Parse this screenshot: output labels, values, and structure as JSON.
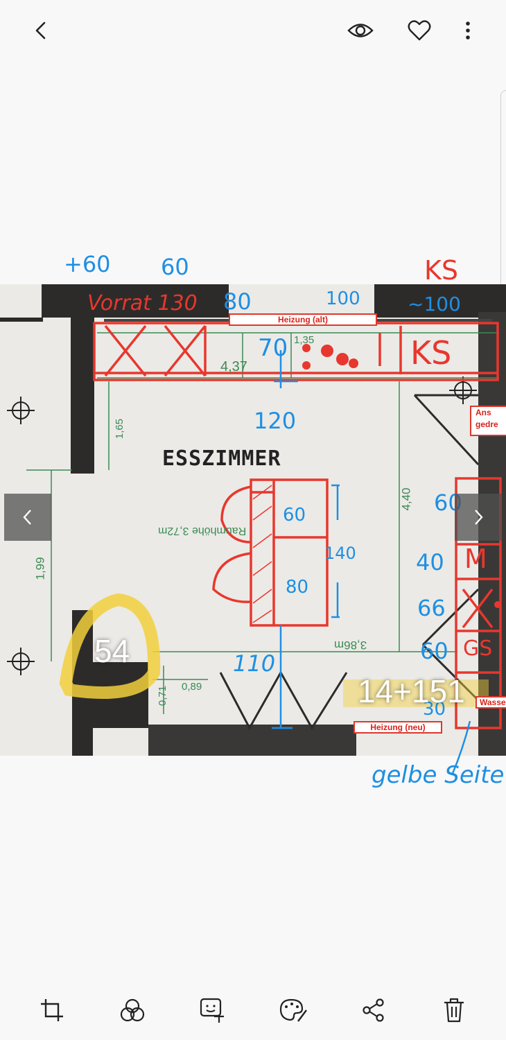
{
  "toolbar_top": {
    "back": "back-icon",
    "eye": "eye-icon",
    "heart": "heart-icon",
    "more": "more-vertical-icon"
  },
  "toolbar_bottom": {
    "items": [
      "crop-icon",
      "color-filter-icon",
      "text-sticker-icon",
      "palette-icon",
      "share-icon",
      "trash-icon"
    ]
  },
  "photo": {
    "room_title": "ESSZIMMER",
    "label_heating_old": "Heizung (alt)",
    "label_heating_new": "Heizung (neu)",
    "label_side_1": "Ans",
    "label_side_2": "gedre",
    "label_water": "Wasse",
    "count_left": "54",
    "count_right": "14+151",
    "annot_plus60": "+60",
    "annot_60_top": "60",
    "annot_vorrat": "Vorrat 130",
    "annot_80_top": "80",
    "annot_100_top": "100",
    "annot_ks_top": "KS",
    "annot_ks_100": "~100",
    "annot_70": "70",
    "annot_ks_right": "KS",
    "annot_120": "120",
    "annot_t60": "60",
    "annot_t80": "80",
    "annot_140": "140",
    "annot_110": "110",
    "annot_r60": "60",
    "annot_r40": "40",
    "annot_r66": "66",
    "annot_r60b": "60",
    "annot_r30": "30",
    "annot_gs": "GS",
    "annot_m": "M",
    "annot_signature": "gelbe Seite",
    "green_437": "4,37",
    "green_135": "1,35",
    "green_165": "1,65",
    "green_199": "1,99",
    "green_440": "4,40",
    "green_386": "3,86m",
    "green_372": "Raumhöhe 3,72m",
    "green_089": "0,89",
    "green_071": "0,71"
  },
  "colors": {
    "annotation_blue": "#1e8fe3",
    "annotation_red": "#e8372e",
    "plan_green": "#3a8a55",
    "highlight_yellow": "#f2d03c"
  }
}
